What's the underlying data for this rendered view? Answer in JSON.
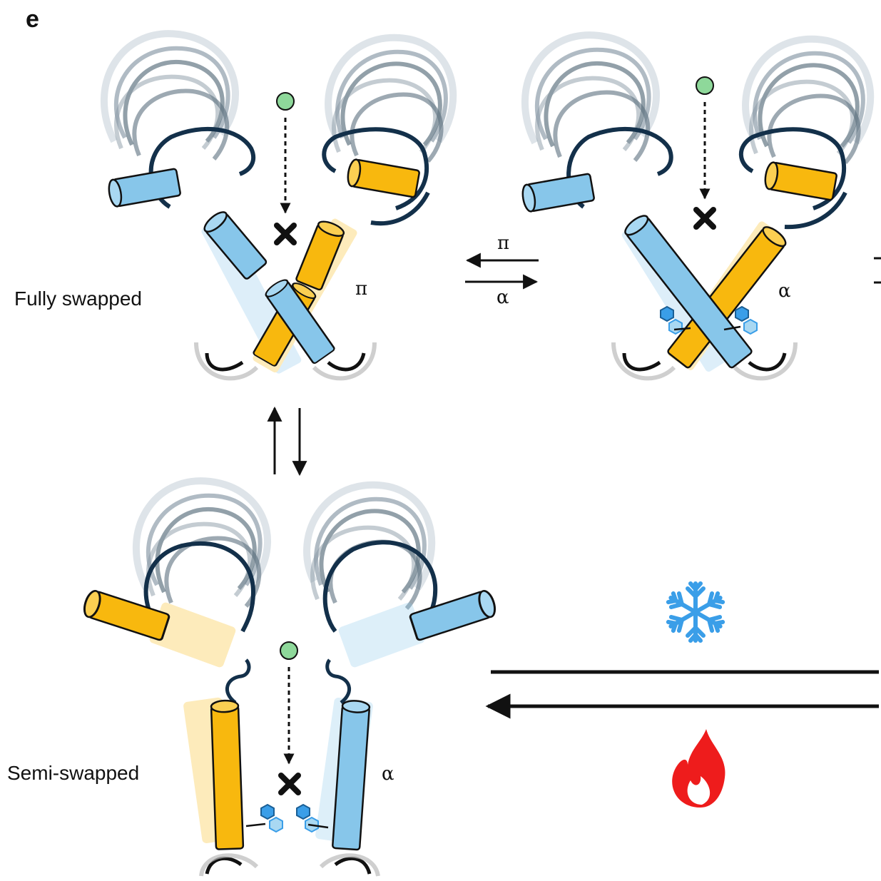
{
  "panel_letter": "e",
  "states": {
    "fully_swapped": "Fully swapped",
    "semi_swapped": "Semi-swapped"
  },
  "helix_marks": {
    "fully_swapped_left": "π",
    "fully_swapped_right": "α",
    "semi_swapped": "α"
  },
  "equilibrium_labels": {
    "forward": "π",
    "reverse": "α"
  },
  "icons": {
    "cold": "snowflake-icon",
    "heat": "flame-icon",
    "ligand": "ligand-dot-icon",
    "block": "block-x-icon"
  },
  "colors": {
    "helix_blue": "#87c6ea",
    "helix_orange": "#f8b80e",
    "loop_dark": "#13304a",
    "ligand_green": "#8ed89a",
    "snowflake": "#3a9ee8",
    "flame": "#ee1c1c"
  }
}
